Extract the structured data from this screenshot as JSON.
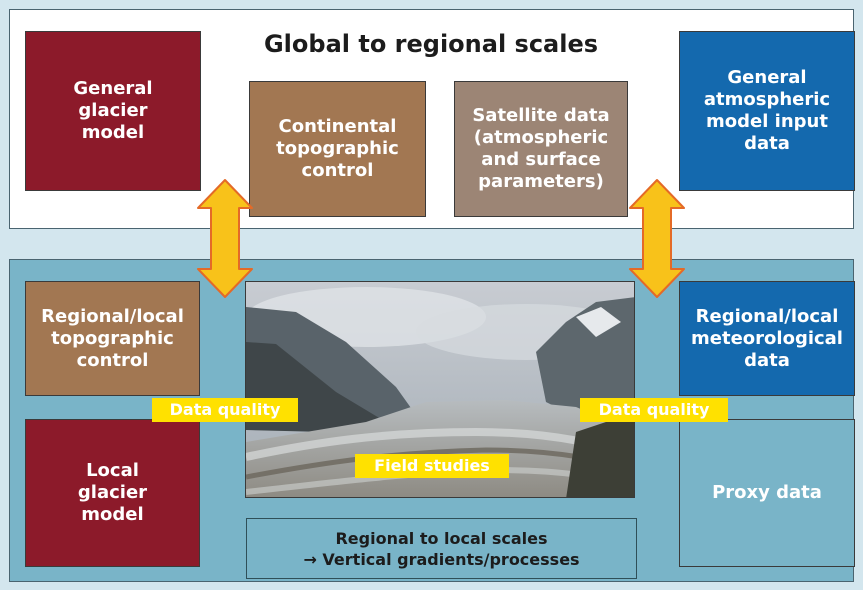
{
  "top": {
    "title": "Global to regional scales",
    "boxes": {
      "general_glacier_model": "General\nglacier\nmodel",
      "continental_topographic_control": "Continental\ntopographic\ncontrol",
      "satellite_data": "Satellite data\n(atmospheric\nand surface\nparameters)",
      "general_atmospheric_model_input_data": "General\natmospheric\nmodel input\ndata"
    }
  },
  "bottom": {
    "boxes": {
      "regional_local_topographic_control": "Regional/local\ntopographic\ncontrol",
      "local_glacier_model": "Local\nglacier\nmodel",
      "regional_local_meteorological_data": "Regional/local\nmeteorological\ndata",
      "proxy_data": "Proxy data"
    },
    "labels": {
      "data_quality_left": "Data quality",
      "data_quality_right": "Data quality",
      "field_studies": "Field studies"
    },
    "caption": {
      "line1": "Regional to local scales",
      "line2": "→ Vertical gradients/processes"
    }
  },
  "colors": {
    "dark_red": "#8c1a2a",
    "brown": "#a27752",
    "taupe": "#9c8575",
    "blue": "#1469ae",
    "teal": "#79b4c8",
    "yellow": "#ffe100",
    "arrow_fill": "#f8c21a",
    "arrow_stroke": "#e46a27"
  }
}
